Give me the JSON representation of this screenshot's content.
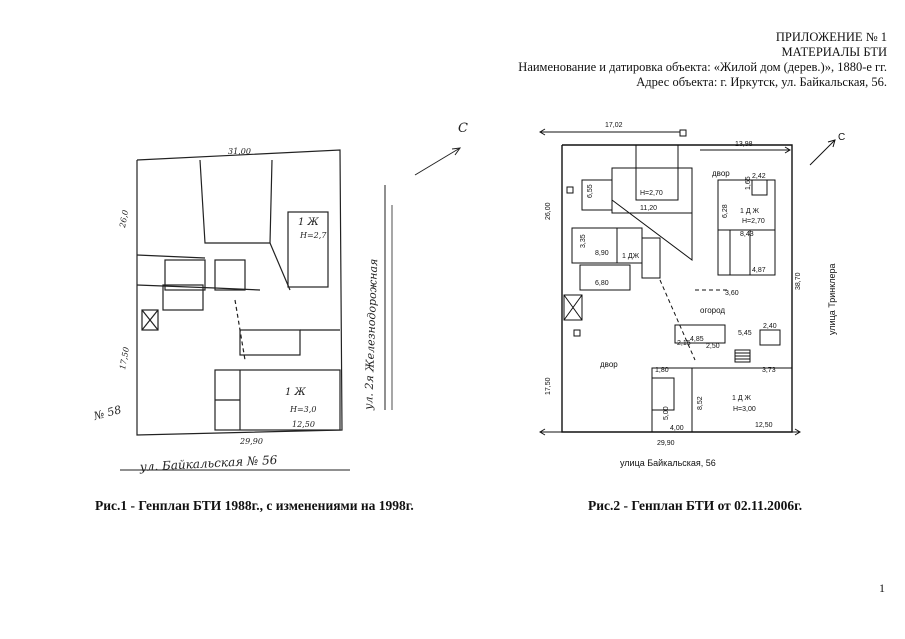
{
  "header": {
    "line1": "ПРИЛОЖЕНИЕ  № 1",
    "line2": "МАТЕРИАЛЫ БТИ",
    "line3": "Наименование и датировка объекта: «Жилой дом (дерев.)», 1880-е гг.",
    "line4": "Адрес объекта: г. Иркутск, ул. Байкальская, 56."
  },
  "fig1": {
    "caption": "Рис.1 - Генплан БТИ 1988г., с изменениями на 1998г.",
    "handwriting": {
      "top_dim": "31,00",
      "left_dim": "26,0",
      "left_dim2": "17,50",
      "bottom_dim": "29,90",
      "north": "С",
      "street_bottom": "ул. Байкальская  № 56",
      "street_right": "ул. 2я Железнодорожная",
      "neighbor": "№ 58",
      "house_label": "1 Ж",
      "house_h": "H=3,0",
      "house_w": "12,50",
      "yard_label": "1 Ж",
      "yard_h": "H=2,7"
    }
  },
  "fig2": {
    "caption": "Рис.2 - Генплан БТИ от 02.11.2006г.",
    "street_bottom": "улица Байкальская, 56",
    "street_right": "улица Тринклера",
    "north": "С",
    "labels": {
      "dim_top": "17,02",
      "dim_top2": "13,98",
      "dim_left": "26,00",
      "dim_left2": "17,50",
      "dim_right": "38,70",
      "dim_bottom": "29,90",
      "dvor_top": "двор",
      "dvor_bottom": "двор",
      "ogorod": "огород",
      "g1_h": "H=2,70",
      "b_label": "1 Д Ж",
      "b_h": "H=2,70",
      "a_label": "1 Д Ж",
      "a_h": "H=3,00",
      "g_label": "1 ДЖ",
      "w_12_50": "12,50",
      "w_11_20": "11,20",
      "w_8_90": "8,90",
      "w_6_80": "6,80",
      "w_8_43": "8,43",
      "w_4_87": "4,87",
      "w_4_85": "4,85",
      "w_5_45": "5,45",
      "w_3_60": "3,60",
      "w_4_00": "4,00",
      "w_1_80": "1,80",
      "w_6_55": "6,55",
      "w_6_28": "6,28",
      "w_3_35": "3,35",
      "w_2_42": "2,42",
      "w_2_40": "2,40",
      "w_8_52": "8,52",
      "w_5_00": "5,00",
      "w_3_73": "3,73",
      "w_2_50": "2,50",
      "w_2_15": "2,15",
      "w_1_65": "1,65"
    }
  },
  "page_number": "1"
}
